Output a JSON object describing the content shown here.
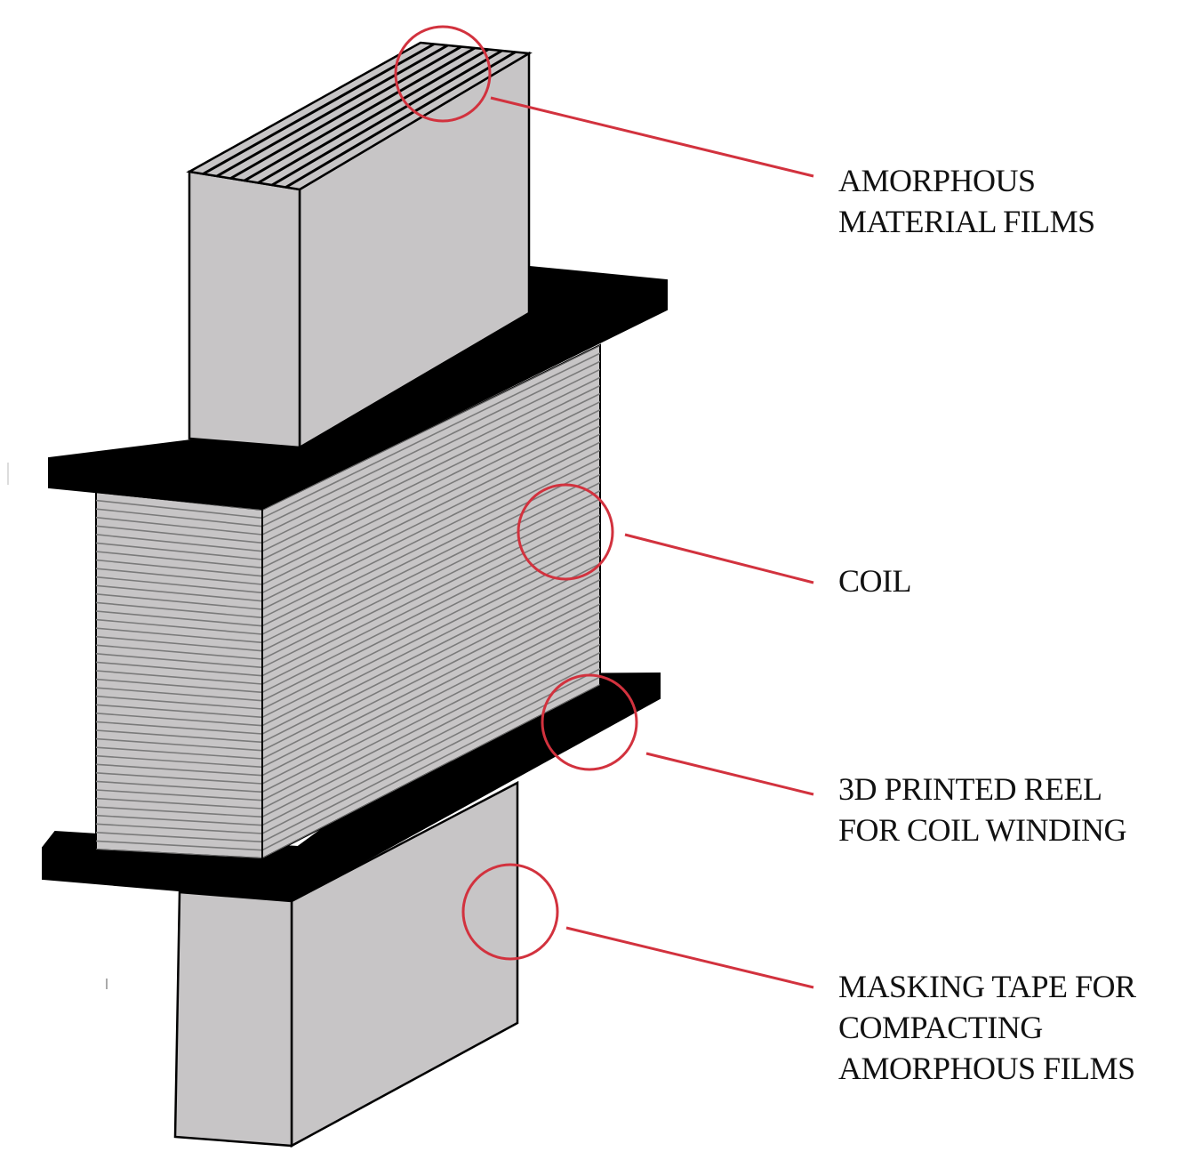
{
  "labels": {
    "amorphous_films": [
      "AMORPHOUS",
      "MATERIAL FILMS"
    ],
    "coil": [
      "COIL"
    ],
    "reel": [
      "3D PRINTED REEL",
      "FOR COIL WINDING"
    ],
    "tape": [
      "MASKING TAPE FOR",
      "COMPACTING",
      "AMORPHOUS FILMS"
    ]
  },
  "colors": {
    "core": "#c7c5c6",
    "reel": "#000000",
    "outline": "#000000",
    "callout": "#d2323e",
    "coil_stripe": "#7a7a7a",
    "text": "#111111"
  }
}
